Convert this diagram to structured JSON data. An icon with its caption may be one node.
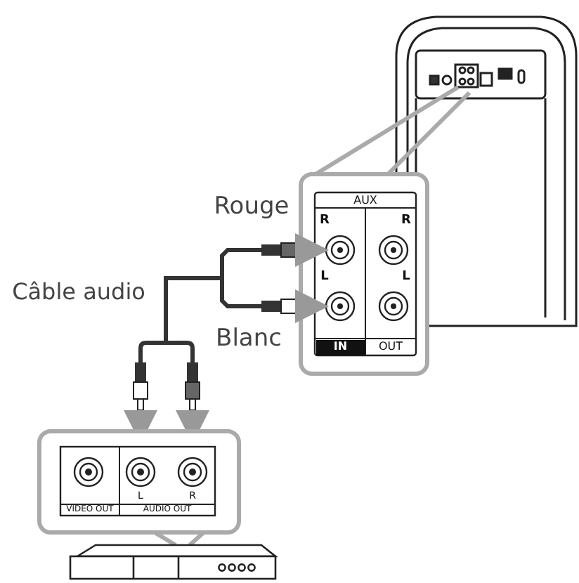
{
  "diagram": {
    "labels": [
      "AUX",
      "Rouge",
      "R",
      "R",
      "Câble audio",
      "L",
      "L",
      "Blanc",
      "IN",
      "OUT",
      "L",
      "R",
      "VIDEO OUT",
      "AUDIO OUT"
    ]
  }
}
